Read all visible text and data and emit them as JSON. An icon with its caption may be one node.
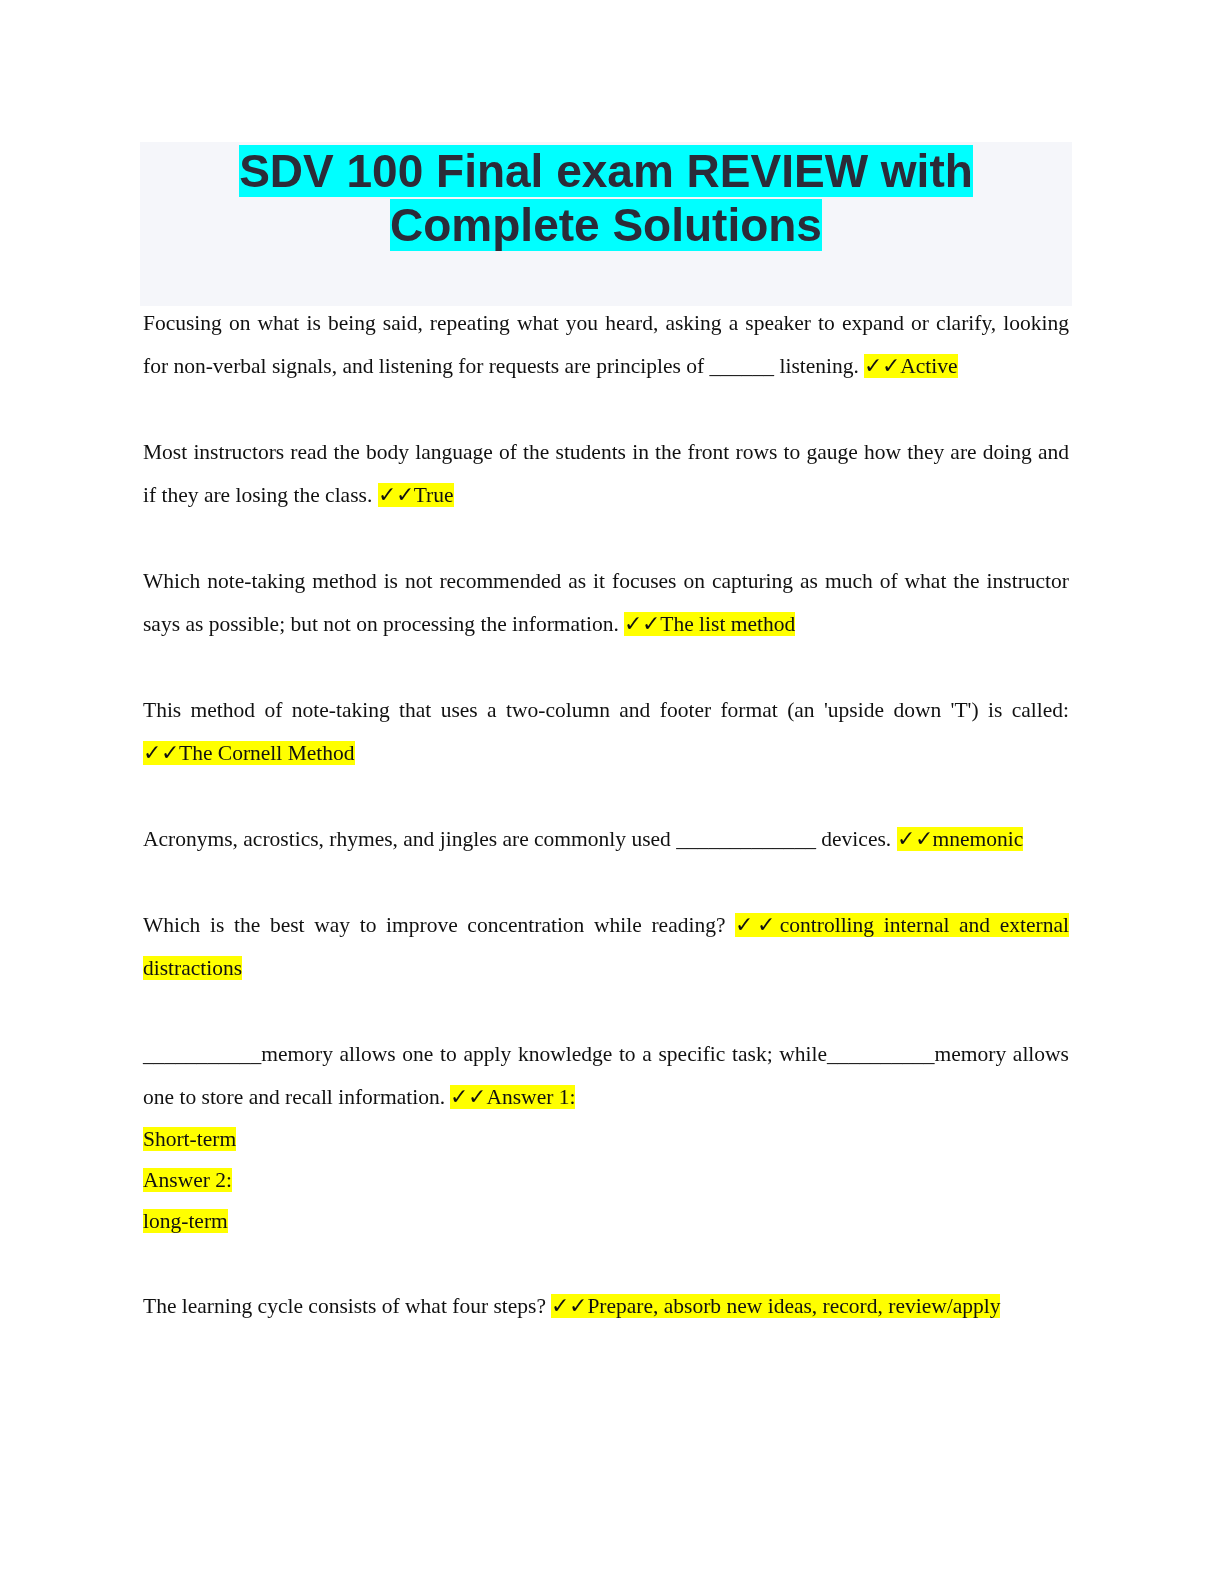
{
  "diagram": {
    "title": "SDV 100 Final exam REVIEW with Complete Solutions",
    "labels": [
      "Focusing on what is being said, repeating what you heard, asking a speaker to expand or clarify, looking for non-verbal signals, and listening for requests are principles of ______ listening.",
      "✓✓Active",
      "Most instructors read the body language of the students in the front rows to gauge how they are doing and if they are losing the class.",
      "✓✓True",
      "Which note-taking method is not recommended as it focuses on capturing as much of what the instructor says as possible; but not on processing the information.",
      "✓✓The list method",
      "This method of note-taking that uses a two-column and footer format (an 'upside down 'T') is called:",
      "✓✓The Cornell Method",
      "Acronyms, acrostics, rhymes, and jingles are commonly used _____________ devices.",
      "✓✓mnemonic",
      "Which is the best way to improve concentration while reading?",
      "✓✓controlling internal and external distractions",
      "___________memory allows one to apply knowledge to a specific task; while__________memory allows one to store and recall information.",
      "✓✓Answer 1:",
      "Short-term",
      "Answer 2:",
      "long-term",
      "The learning cycle consists of what four steps?",
      "✓✓Prepare, absorb new ideas, record, review/apply"
    ]
  }
}
